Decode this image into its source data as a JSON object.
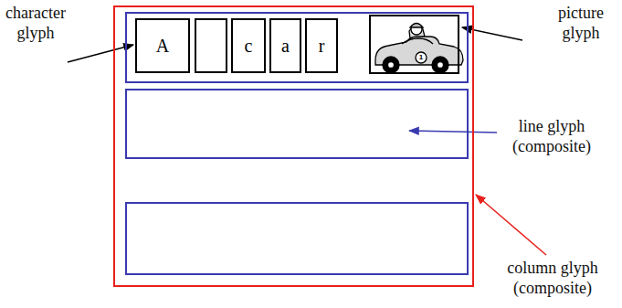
{
  "diagram": {
    "nodes": [
      {
        "text": []
      },
      {
        "text": [],
        "in": 0
      },
      {
        "text": [
          "A"
        ],
        "in": 1
      },
      {
        "text": [],
        "in": 1
      },
      {
        "text": [
          "c"
        ],
        "in": 1
      },
      {
        "text": [
          "a"
        ],
        "in": 1
      },
      {
        "text": [
          "r"
        ],
        "in": 1
      },
      {
        "text": [],
        "in": 1
      },
      {
        "text": [],
        "in": 0
      },
      {
        "text": [],
        "in": 0
      }
    ],
    "labels": [
      "character glyph",
      "picture glyph",
      "line glyph (composite)",
      "column glyph (composite)",
      "1"
    ]
  }
}
